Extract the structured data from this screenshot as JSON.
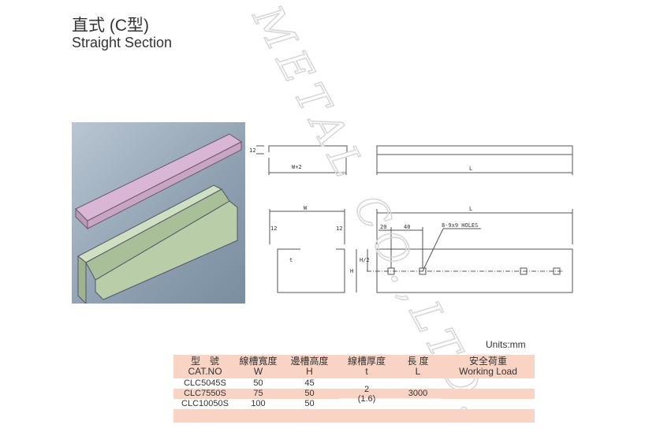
{
  "title_zh": "直式 (C型)",
  "title_en": "Straight Section",
  "drawings": {
    "w_plus_2": "W+2",
    "dim_12": "12",
    "L": "L",
    "W": "W",
    "t": "t",
    "H": "H",
    "H_half": "H/2",
    "d20": "20",
    "d40": "40",
    "holes": "8-9x9 HOLES"
  },
  "watermark": "METAL CO.,LTD.",
  "units": "Units:mm",
  "table": {
    "headers": [
      {
        "zh": "型　號",
        "en": "CAT.NO"
      },
      {
        "zh": "線槽寬度",
        "en": "W"
      },
      {
        "zh": "邊槽高度",
        "en": "H"
      },
      {
        "zh": "線槽厚度",
        "en": "t"
      },
      {
        "zh": "長 度",
        "en": "L"
      },
      {
        "zh": "安全荷重",
        "en": "Working Load"
      }
    ],
    "rows": [
      {
        "cat": "CLC5045S",
        "w": "50",
        "h": "45"
      },
      {
        "cat": "CLC7550S",
        "w": "75",
        "h": "50"
      },
      {
        "cat": "CLC10050S",
        "w": "100",
        "h": "50"
      }
    ],
    "thickness": "2",
    "thickness_alt": "(1.6)",
    "length": "3000"
  }
}
